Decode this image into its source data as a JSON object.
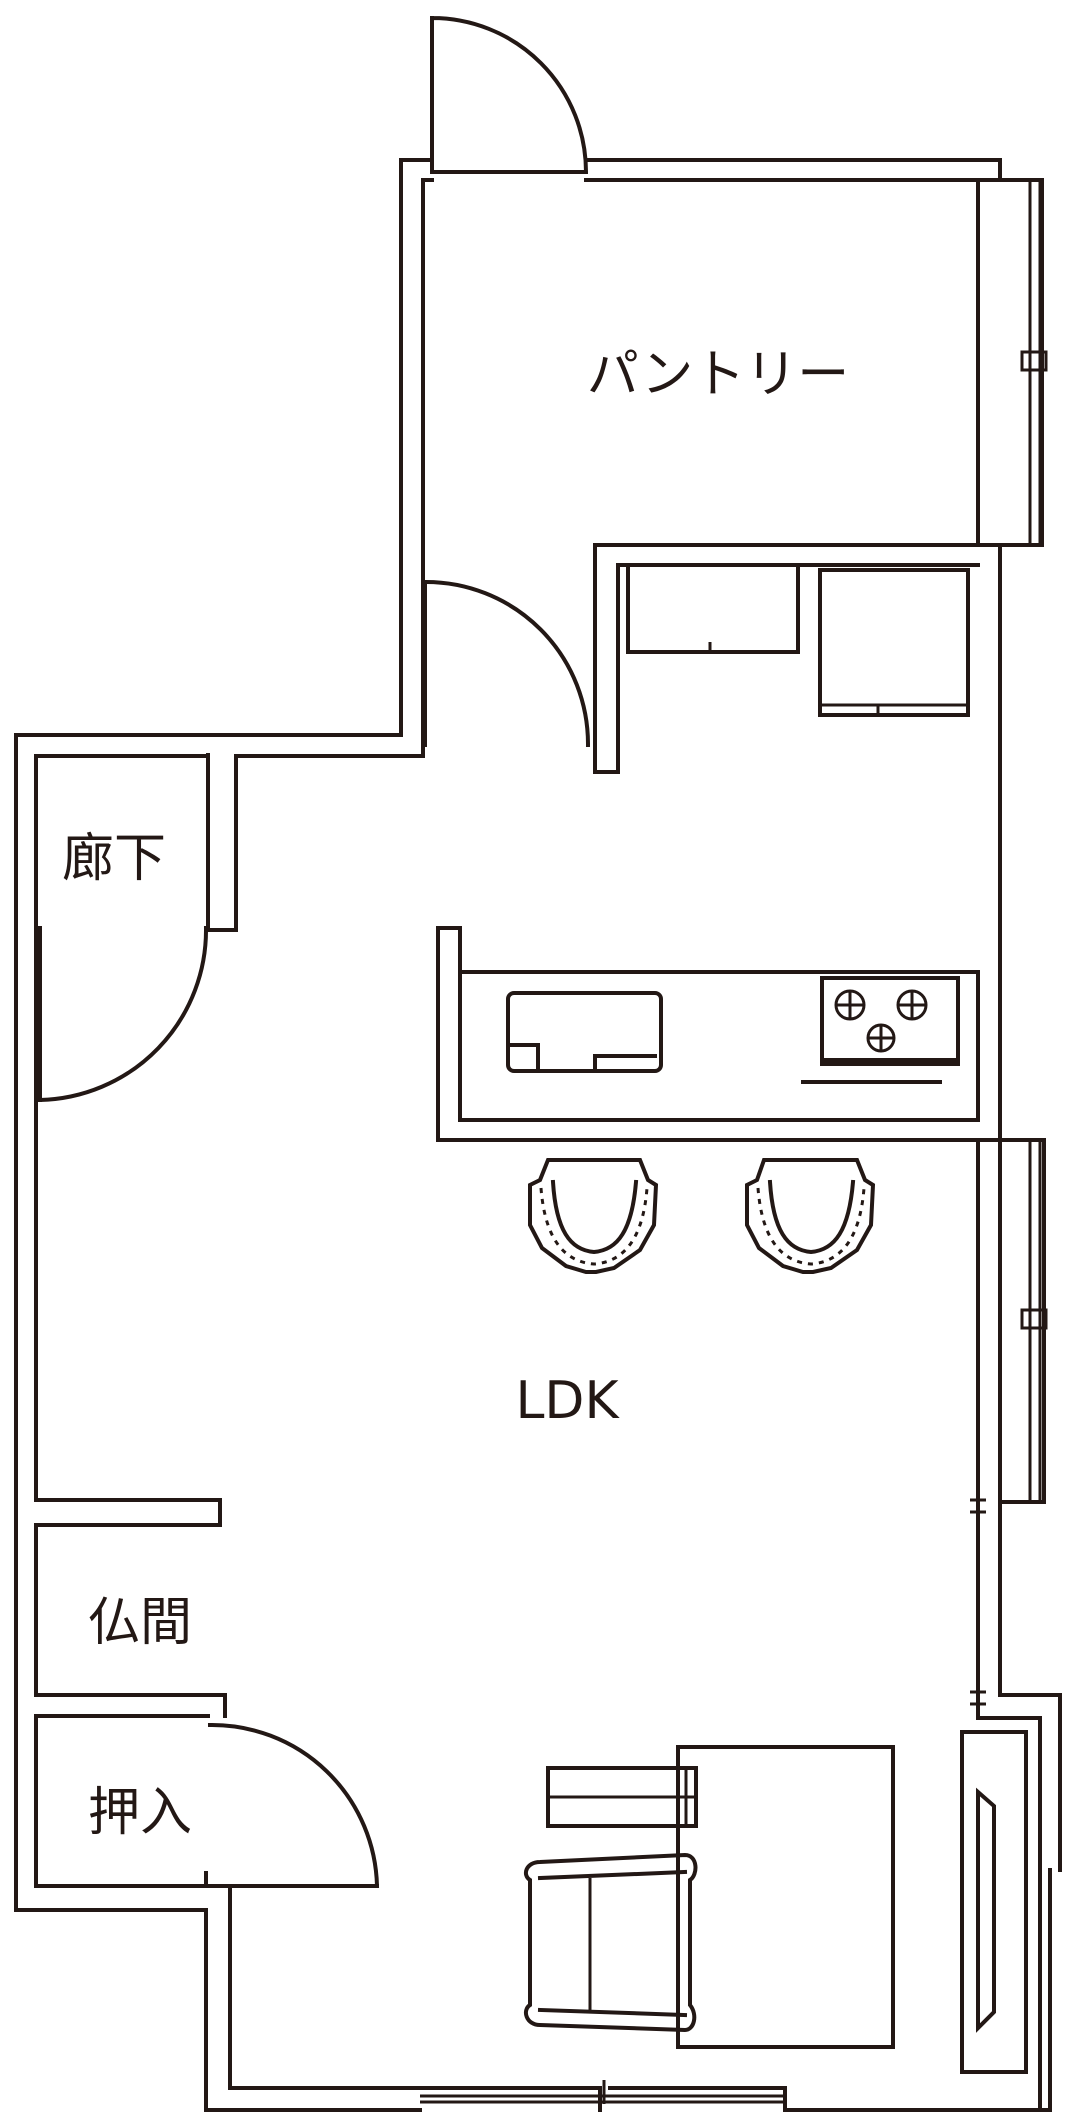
{
  "plan": {
    "rooms": {
      "pantry": "パントリー",
      "ldk": "LDK",
      "hallway": "廊下",
      "altar_room": "仏間",
      "closet": "押入"
    },
    "colors": {
      "line": "#231815",
      "background": "#ffffff"
    }
  }
}
